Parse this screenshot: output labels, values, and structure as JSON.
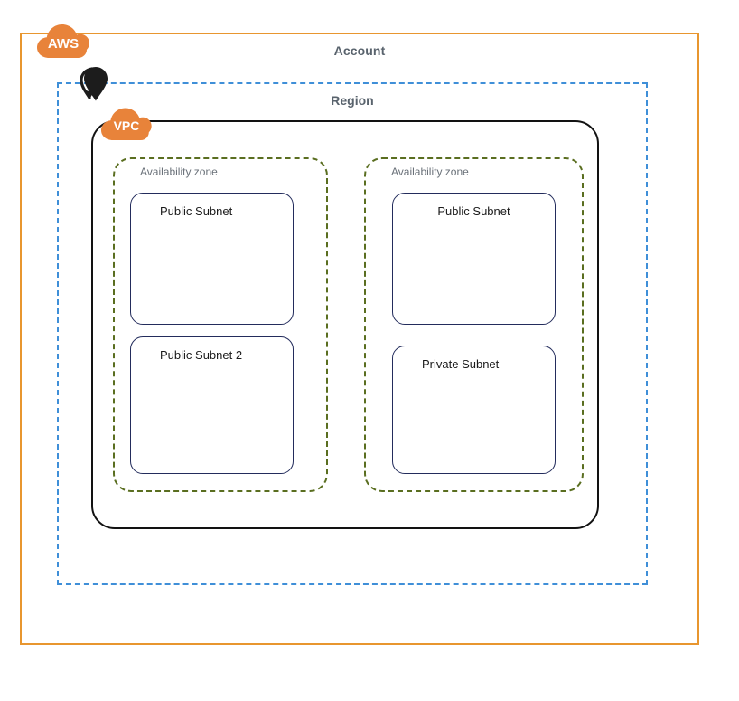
{
  "diagram": {
    "title_account": "Account",
    "title_region": "Region",
    "badges": {
      "aws": "AWS",
      "vpc": "VPC"
    },
    "icons": {
      "aws": "aws-cloud-icon",
      "vpc": "vpc-cloud-icon",
      "region": "region-pin-icon"
    },
    "colors": {
      "account_border": "#E8962F",
      "region_border": "#3F8FD8",
      "vpc_border": "#121212",
      "az_border": "#5A6E20",
      "subnet_border": "#232C5C",
      "badge_orange": "#E8833A",
      "title_text": "#59636D",
      "az_text": "#6A7179",
      "subnet_text": "#1A1A1A"
    },
    "availability_zones": [
      {
        "label": "Availability zone",
        "subnets": [
          {
            "label": "Public Subnet",
            "align": "left"
          },
          {
            "label": "Public Subnet 2",
            "align": "left"
          }
        ]
      },
      {
        "label": "Availability zone",
        "subnets": [
          {
            "label": "Public Subnet",
            "align": "center"
          },
          {
            "label": "Private Subnet",
            "align": "left"
          }
        ]
      }
    ]
  }
}
